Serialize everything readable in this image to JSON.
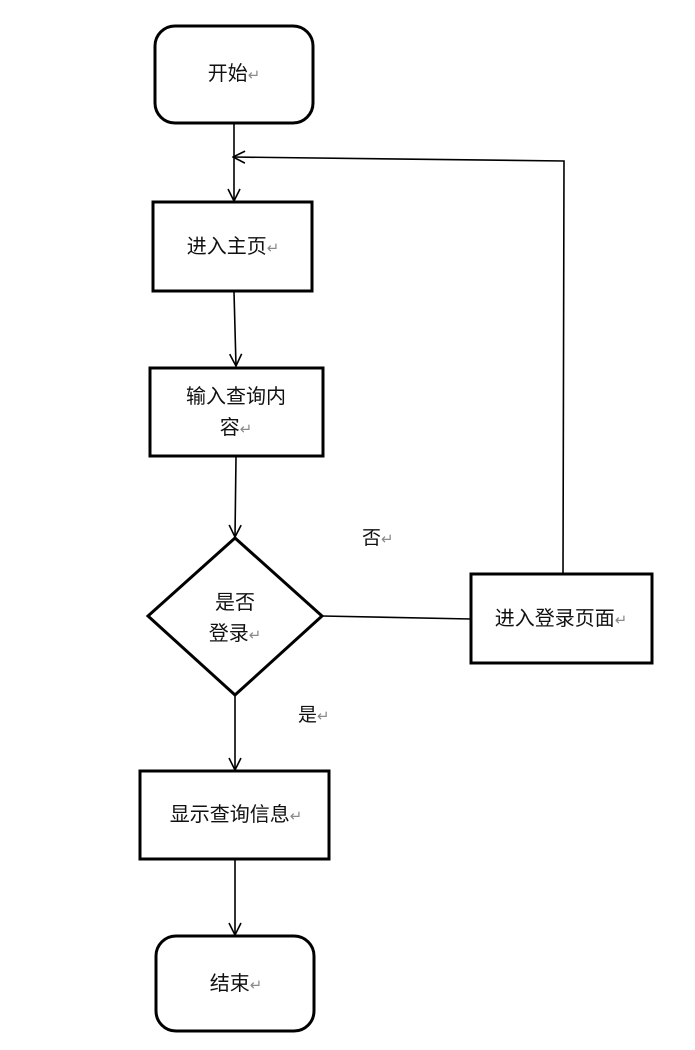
{
  "diagram": {
    "nodes": {
      "start": {
        "text": "开始"
      },
      "home": {
        "text": "进入主页"
      },
      "input": {
        "line1": "输入查询内",
        "line2": "容"
      },
      "decision": {
        "line1": "是否",
        "line2": "登录"
      },
      "login": {
        "text": "进入登录页面"
      },
      "show": {
        "text": "显示查询信息"
      },
      "end": {
        "text": "结束"
      }
    },
    "edges": {
      "no_label": "否",
      "yes_label": "是"
    },
    "paragraph_mark": "↵"
  }
}
